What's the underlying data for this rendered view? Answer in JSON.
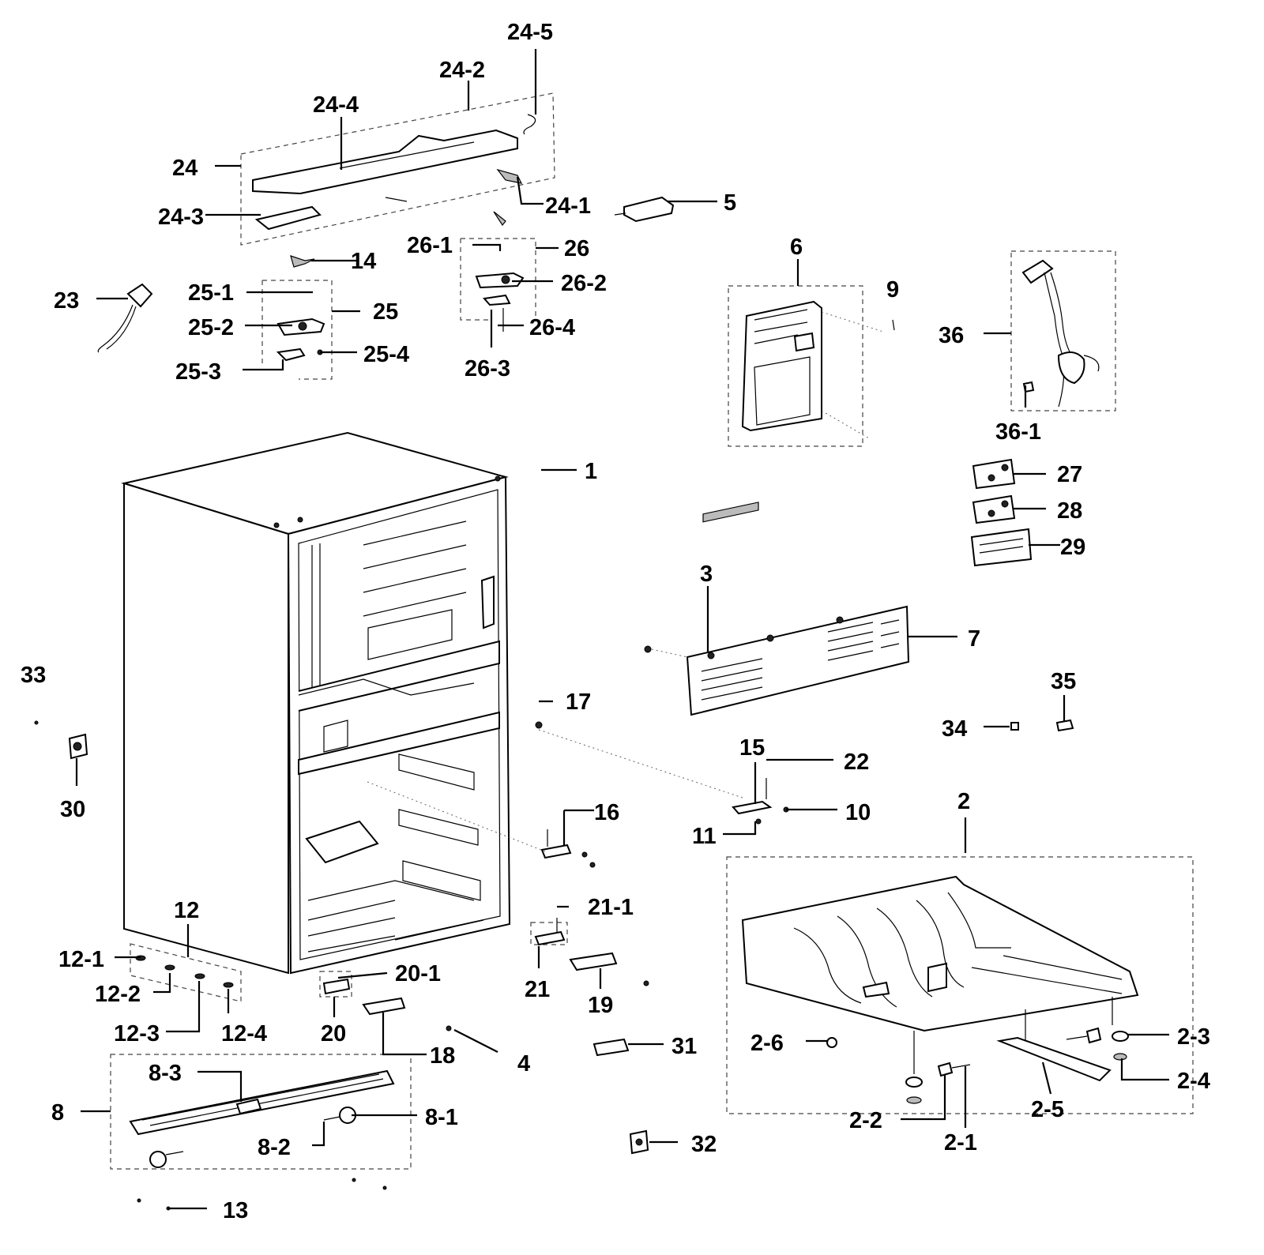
{
  "callouts": {
    "c24_5": "24-5",
    "c24_2": "24-2",
    "c24_4": "24-4",
    "c24": "24",
    "c24_1": "24-1",
    "c24_3": "24-3",
    "c5": "5",
    "c26_1": "26-1",
    "c26": "26",
    "c14": "14",
    "c26_2": "26-2",
    "c23": "23",
    "c25_1": "25-1",
    "c25": "25",
    "c25_2": "25-2",
    "c26_4": "26-4",
    "c25_4": "25-4",
    "c25_3": "25-3",
    "c26_3": "26-3",
    "c6": "6",
    "c9": "9",
    "c36": "36",
    "c36_1": "36-1",
    "c1": "1",
    "c27": "27",
    "c28": "28",
    "c29": "29",
    "c3": "3",
    "c7": "7",
    "c33": "33",
    "c35": "35",
    "c17": "17",
    "c34": "34",
    "c30": "30",
    "c15": "15",
    "c22": "22",
    "c16": "16",
    "c10": "10",
    "c11": "11",
    "c2": "2",
    "c12": "12",
    "c21_1": "21-1",
    "c12_1": "12-1",
    "c20_1": "20-1",
    "c12_2": "12-2",
    "c21": "21",
    "c19": "19",
    "c12_3": "12-3",
    "c12_4": "12-4",
    "c20": "20",
    "c2_6": "2-6",
    "c2_3": "2-3",
    "c31": "31",
    "c18": "18",
    "c4": "4",
    "c8_3": "8-3",
    "c2_4": "2-4",
    "c8": "8",
    "c8_1": "8-1",
    "c2_5": "2-5",
    "c2_2": "2-2",
    "c8_2": "8-2",
    "c32": "32",
    "c2_1": "2-1",
    "c13": "13"
  }
}
